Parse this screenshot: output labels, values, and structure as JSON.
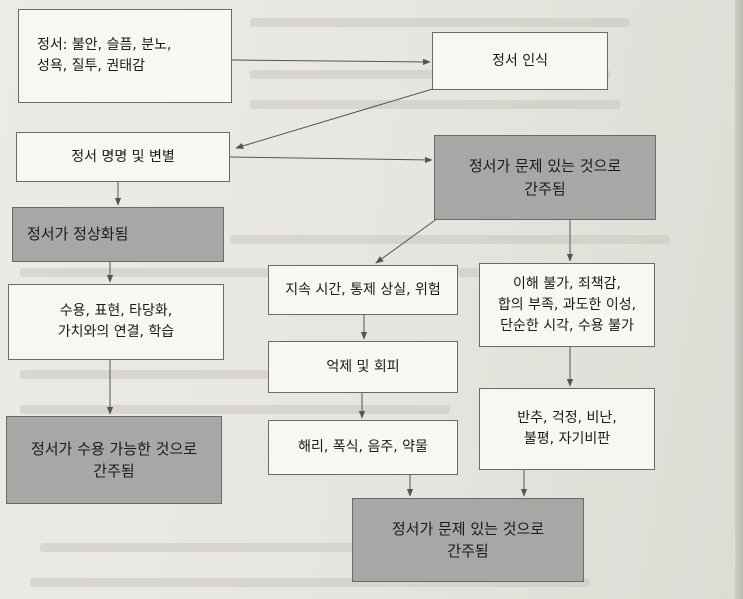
{
  "boxes": {
    "emotions": "정서: 불안, 슬픔, 분노,\n성욕, 질투, 권태감",
    "recognition": "정서 인식",
    "naming": "정서 명명 및 변별",
    "problem_top": "정서가 문제 있는 것으로\n간주됨",
    "normalized": "정서가 정상화됨",
    "duration": "지속 시간, 통제 상실, 위험",
    "misunderstanding": "이해 불가, 죄책감,\n합의 부족, 과도한 이성,\n단순한 시각, 수용 불가",
    "acceptance": "수용, 표현, 타당화,\n가치와의 연결, 학습",
    "suppression": "억제 및 회피",
    "dissociation": "해리, 폭식, 음주, 약물",
    "rumination": "반추, 걱정, 비난,\n불평, 자기비판",
    "acceptable": "정서가 수용 가능한 것으로\n간주됨",
    "problem_bottom": "정서가 문제 있는 것으로\n간주됨"
  },
  "colors": {
    "light_box": "#f7f7f3",
    "dark_box": "#a7a7a5",
    "border": "#6a6a6a",
    "arrow": "#555555"
  }
}
